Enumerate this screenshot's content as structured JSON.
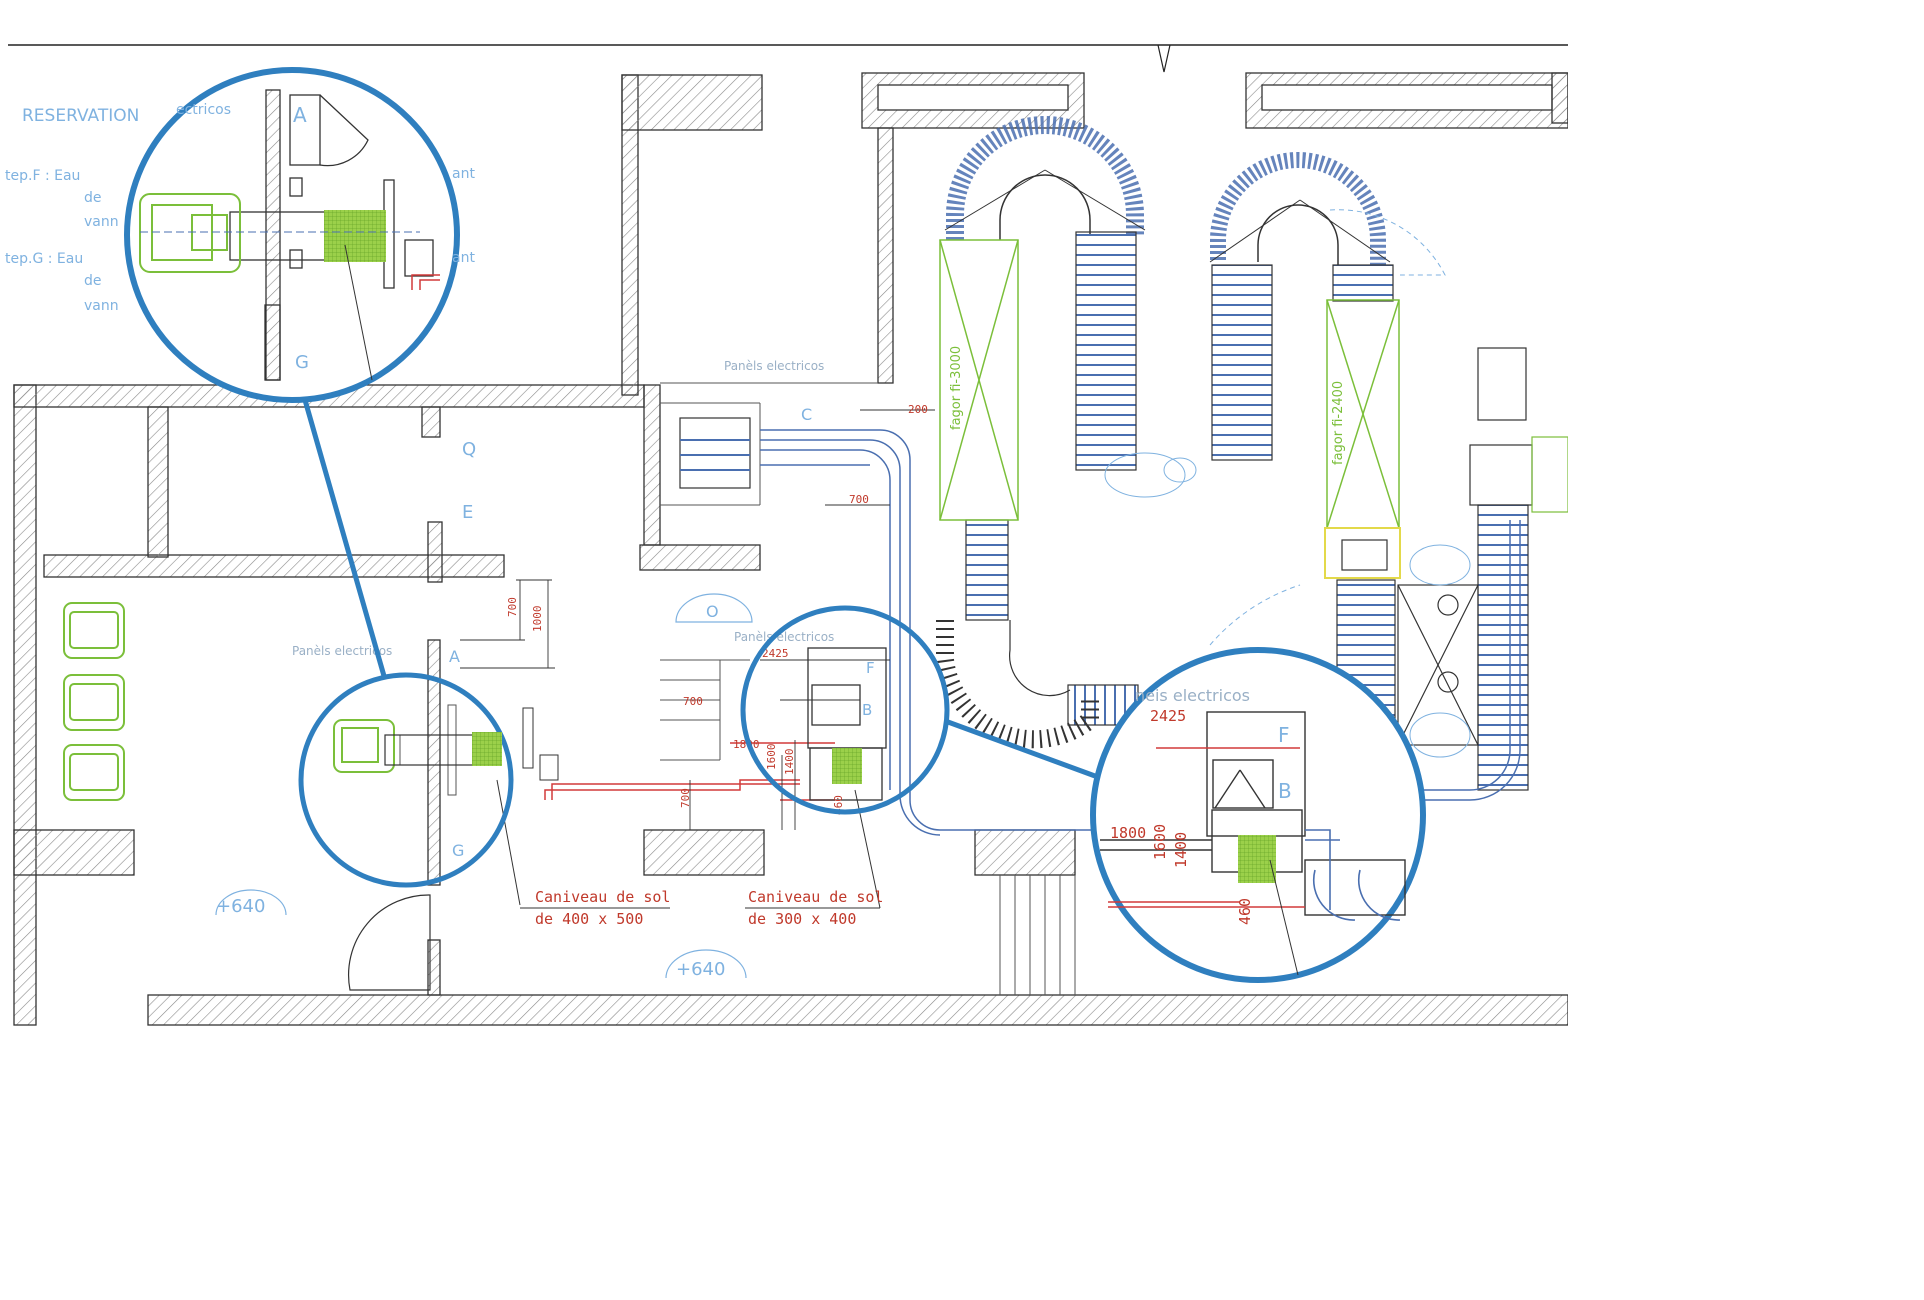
{
  "colors": {
    "wall": "#444444",
    "hatch": "#777777",
    "conveyor_blue": "#4a6fb0",
    "light_blue": "#7fb2e0",
    "green": "#7bbf3a",
    "red": "#d23a3a",
    "callout": "#2f7fbf"
  },
  "legend": {
    "title": "RESERVATION",
    "suffix": "ectricos",
    "lines": [
      "tep.F :  Eau",
      "de",
      "vann",
      "tep.G :  Eau",
      "de",
      "vann"
    ],
    "right_fragments": [
      "ant",
      "ant"
    ]
  },
  "rooms": {
    "Q": "Q",
    "E": "E",
    "O": "O",
    "A": "A",
    "G": "G",
    "C": "C",
    "F": "F",
    "B": "B"
  },
  "panel_labels": {
    "p1": "Panèls electricos",
    "p2": "Panèls electricos",
    "p3": "Panèls electricos",
    "p4": "neis electricos"
  },
  "equipment": {
    "fagor1": "fagor fi-3000",
    "fagor2": "fagor fi-2400"
  },
  "dimensions": {
    "d200": "200",
    "d700a": "700",
    "d700b": "700",
    "d700c": "700",
    "d700v": "700",
    "d1000": "1000",
    "d2425": "2425",
    "d1800": "1800",
    "d1600": "1600",
    "d1400": "1400",
    "d460": "460",
    "z2425": "2425",
    "z1800": "1800",
    "z1600": "1600",
    "z1400": "1400",
    "z460": "460"
  },
  "levels": {
    "level1": "+640",
    "level2": "+640"
  },
  "channels": {
    "ch1_line1": "Caniveau de sol",
    "ch1_line2": "de 400 x 500",
    "ch2_line1": "Caniveau de sol",
    "ch2_line2": "de 300 x 400"
  }
}
